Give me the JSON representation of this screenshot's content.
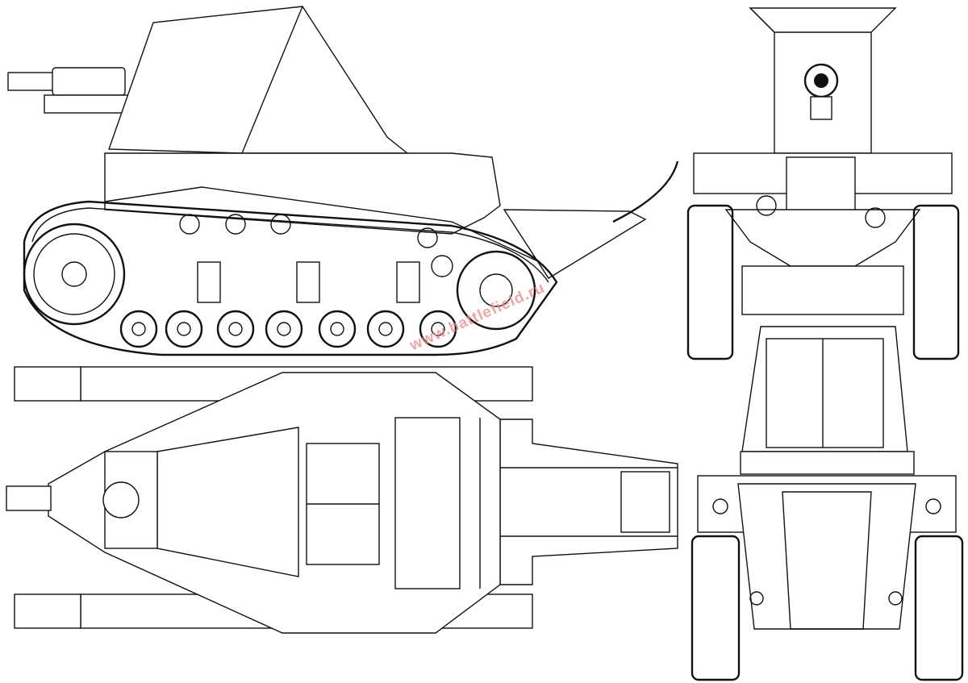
{
  "watermark": "www.battlefield.ru",
  "views": [
    "side-view",
    "top-view",
    "front-view",
    "rear-view"
  ],
  "colors": {
    "line": "#111111",
    "background": "#ffffff",
    "watermark": "#e88888"
  }
}
